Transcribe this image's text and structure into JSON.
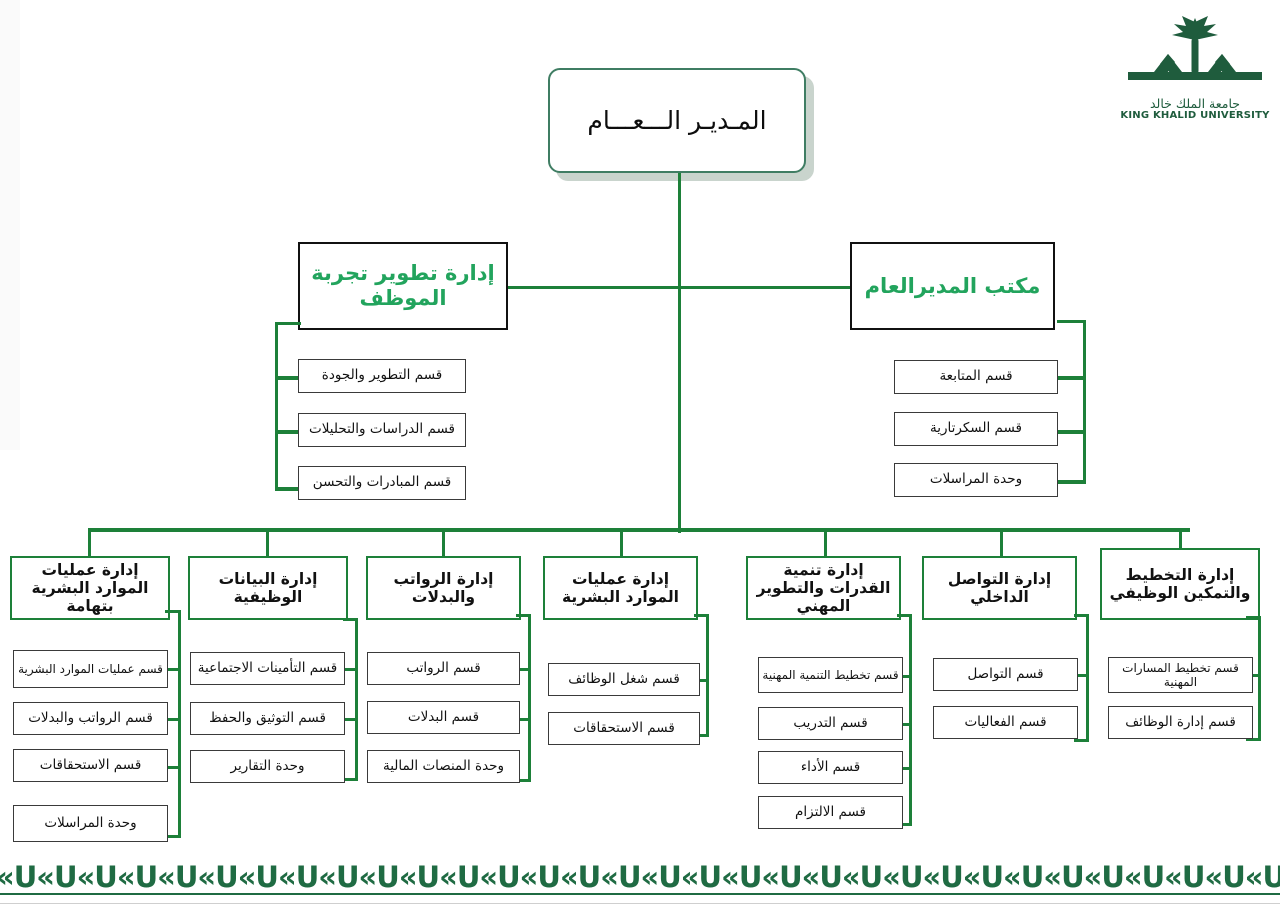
{
  "logo": {
    "name": "king-khalid-university-logo",
    "arabic": "جامعة الملك خالد",
    "english": "KING KHALID UNIVERSITY",
    "color": "#1f5c3d"
  },
  "colors": {
    "connector_green": "#1d8039",
    "header_text_green": "#22a45d",
    "dept_border_green": "#1d8039",
    "root_border": "#3f7d63",
    "ornament": "#1f6b43"
  },
  "root": {
    "label": "المـديـر الـــعـــام"
  },
  "level2": [
    {
      "id": "employee-experience-development",
      "label": "إدارة تطوير تجربة الموظف",
      "children": [
        "قسم  التطوير والجودة",
        "قسم الدراسات والتحليلات",
        "قسم المبادرات والتحسن"
      ]
    },
    {
      "id": "general-director-office",
      "label": "مكتب المديرالعام",
      "children": [
        "قسم المتابعة",
        "قسم السكرتارية",
        "وحدة المراسلات"
      ]
    }
  ],
  "departments": [
    {
      "id": "hr-operations-tihama",
      "label": "إدارة عمليات الموارد البشرية بتهامة",
      "children": [
        "قسم عمليات الموارد البشرية",
        "قسم الرواتب والبدلات",
        "قسم الاستحقاقات",
        "وحدة المراسلات"
      ]
    },
    {
      "id": "job-data-management",
      "label": "إدارة البيانات الوظيفية",
      "children": [
        "قسم التأمينات الاجتماعية",
        "قسم التوثيق والحفظ",
        "وحدة التقارير"
      ]
    },
    {
      "id": "salaries-allowances",
      "label": "إدارة الرواتب والبدلات",
      "children": [
        "قسم الرواتب",
        "قسم البدلات",
        "وحدة المنصات المالية"
      ]
    },
    {
      "id": "hr-operations",
      "label": "إدارة عمليات الموارد البشرية",
      "children": [
        "قسم شغل الوظائف",
        "قسم الاستحقاقات"
      ]
    },
    {
      "id": "capability-professional-development",
      "label": "إدارة تنمية القدرات والتطوير المهني",
      "children": [
        "قسم تخطيط التنمية المهنية",
        "قسم التدريب",
        "قسم الأداء",
        "قسم الالتزام"
      ]
    },
    {
      "id": "internal-communication",
      "label": "إدارة التواصل الداخلي",
      "children": [
        "قسم التواصل",
        "قسم الفعاليات"
      ]
    },
    {
      "id": "planning-job-empowerment",
      "label": "إدارة التخطيط والتمكين الوظيفي",
      "children": [
        "قسم تخطيط المسارات المهنية",
        "قسم إدارة  الوظائف"
      ]
    }
  ],
  "ornament": {
    "pattern": "«U«U«U«U«U«U«U«U«U«U«U«U«U«U«U«U«U«U«U«U«U«U«U«U«U«U«U«U«U«U«U«U«U«U«U«U«U«U«U«U«U«U«U«U«U«U«U«U«U«U«U«U«U«U«U«U«U«U«U«U«U«U«U«U«U«U«U«U«U«U"
  }
}
